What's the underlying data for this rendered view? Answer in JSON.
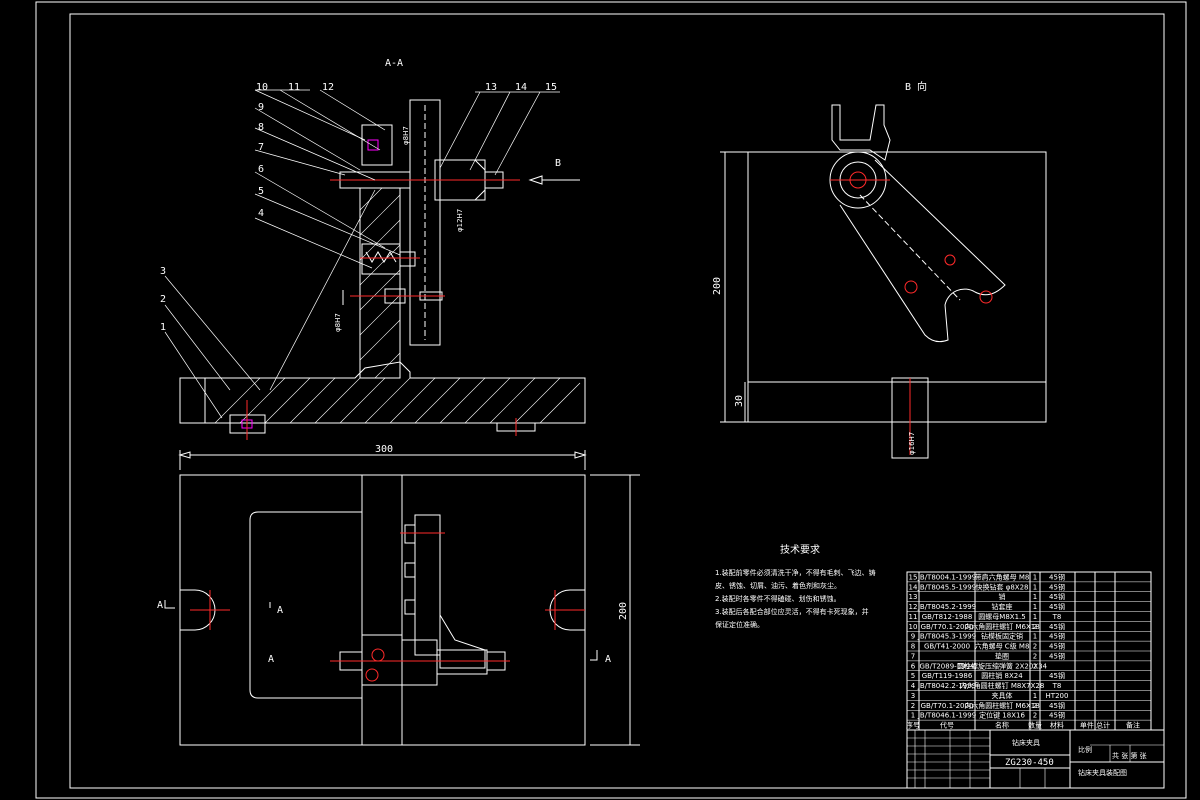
{
  "views": {
    "section_label": "A-A",
    "view_b_label": "B 向",
    "arrow_b_label": "B",
    "section_mark": "A"
  },
  "balloons": [
    "1",
    "2",
    "3",
    "4",
    "5",
    "6",
    "7",
    "8",
    "9",
    "10",
    "11",
    "12",
    "13",
    "14",
    "15"
  ],
  "dimensions": {
    "width_300": "300",
    "height_200": "200",
    "right_200": "200",
    "right_30": "30",
    "h7": "φ8H7",
    "h7b": "φ12H7",
    "h7c": "φ8H7",
    "h7d": "φ16H7"
  },
  "tech_req": {
    "title": "技术要求",
    "lines": [
      "1.装配前零件必须清洗干净，不得有毛刺、飞边、铸",
      "皮、锈蚀、切屑、油污、着色剂和灰尘。",
      "2.装配时各零件不得磕碰、划伤和锈蚀。",
      "3.装配后各配合部位应灵活，不得有卡死现象，并",
      "保证定位准确。"
    ]
  },
  "bom": [
    {
      "no": "15",
      "std": "JB/T8004.1-1999",
      "name": "带肩六角螺母 M8",
      "qty": "1",
      "mat": "45钢"
    },
    {
      "no": "14",
      "std": "JB/T8045.5-1999",
      "name": "快换钻套 φ8X28",
      "qty": "1",
      "mat": "45钢"
    },
    {
      "no": "13",
      "std": "",
      "name": "销",
      "qty": "1",
      "mat": "45钢"
    },
    {
      "no": "12",
      "std": "JB/T8045.2-1999",
      "name": "钻套座",
      "qty": "1",
      "mat": "45钢"
    },
    {
      "no": "11",
      "std": "GB/T812-1988",
      "name": "圆螺母M8X1.5",
      "qty": "1",
      "mat": "T8"
    },
    {
      "no": "10",
      "std": "GB/T70.1-2000",
      "name": "内六角圆柱螺钉 M6X18",
      "qty": "2",
      "mat": "45钢"
    },
    {
      "no": "9",
      "std": "JB/T8045.3-1999",
      "name": "钻模板固定销",
      "qty": "1",
      "mat": "45钢"
    },
    {
      "no": "8",
      "std": "GB/T41-2000",
      "name": "六角螺母 C级 M8",
      "qty": "2",
      "mat": "45钢"
    },
    {
      "no": "7",
      "std": "",
      "name": "垫圈",
      "qty": "2",
      "mat": "45钢"
    },
    {
      "no": "6",
      "std": "GB/T2089-1994",
      "name": "圆柱螺旋压缩弹簧 2X20X34",
      "qty": "2",
      "mat": ""
    },
    {
      "no": "5",
      "std": "GB/T119-1986",
      "name": "圆柱销 8X24",
      "qty": "",
      "mat": "45钢"
    },
    {
      "no": "4",
      "std": "JB/T8042.2-1999",
      "name": "内六角圆柱螺钉 M8X7X28",
      "qty": "",
      "mat": "T8"
    },
    {
      "no": "3",
      "std": "",
      "name": "夹具体",
      "qty": "1",
      "mat": "HT200"
    },
    {
      "no": "2",
      "std": "GB/T70.1-2000",
      "name": "内六角圆柱螺钉 M6X18",
      "qty": "2",
      "mat": "45钢"
    },
    {
      "no": "1",
      "std": "JB/T8046.1-1999",
      "name": "定位键 18X16",
      "qty": "2",
      "mat": "45钢"
    }
  ],
  "bom_header": {
    "no": "序号",
    "std": "代号",
    "name": "名称",
    "qty": "数量",
    "mat": "材料",
    "weight": "单件 总计",
    "remark": "备注"
  },
  "title_block": {
    "drawing_no": "ZG230-450",
    "name": "钻床夹具",
    "title_text": "钻床夹具装配图",
    "scale_label": "比例",
    "sheet_label": "共 张 第 张"
  }
}
